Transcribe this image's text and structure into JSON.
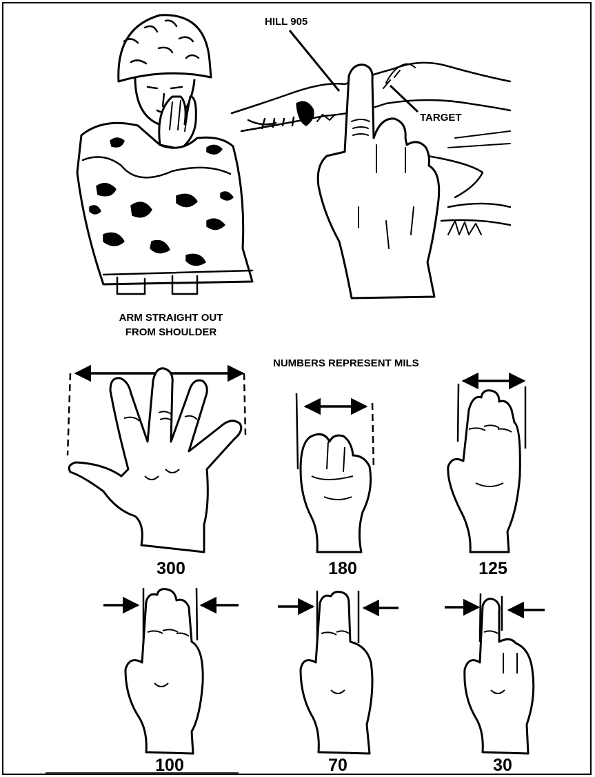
{
  "labels": {
    "hill": "HILL 905",
    "target": "TARGET",
    "arm_line1": "ARM STRAIGHT OUT",
    "arm_line2": "FROM SHOULDER",
    "numbers_note": "NUMBERS REPRESENT MILS"
  },
  "mils": {
    "wide_hand": "300",
    "fist": "180",
    "three_finger_wide": "125",
    "three_fingers": "100",
    "two_fingers": "70",
    "one_finger": "30"
  }
}
